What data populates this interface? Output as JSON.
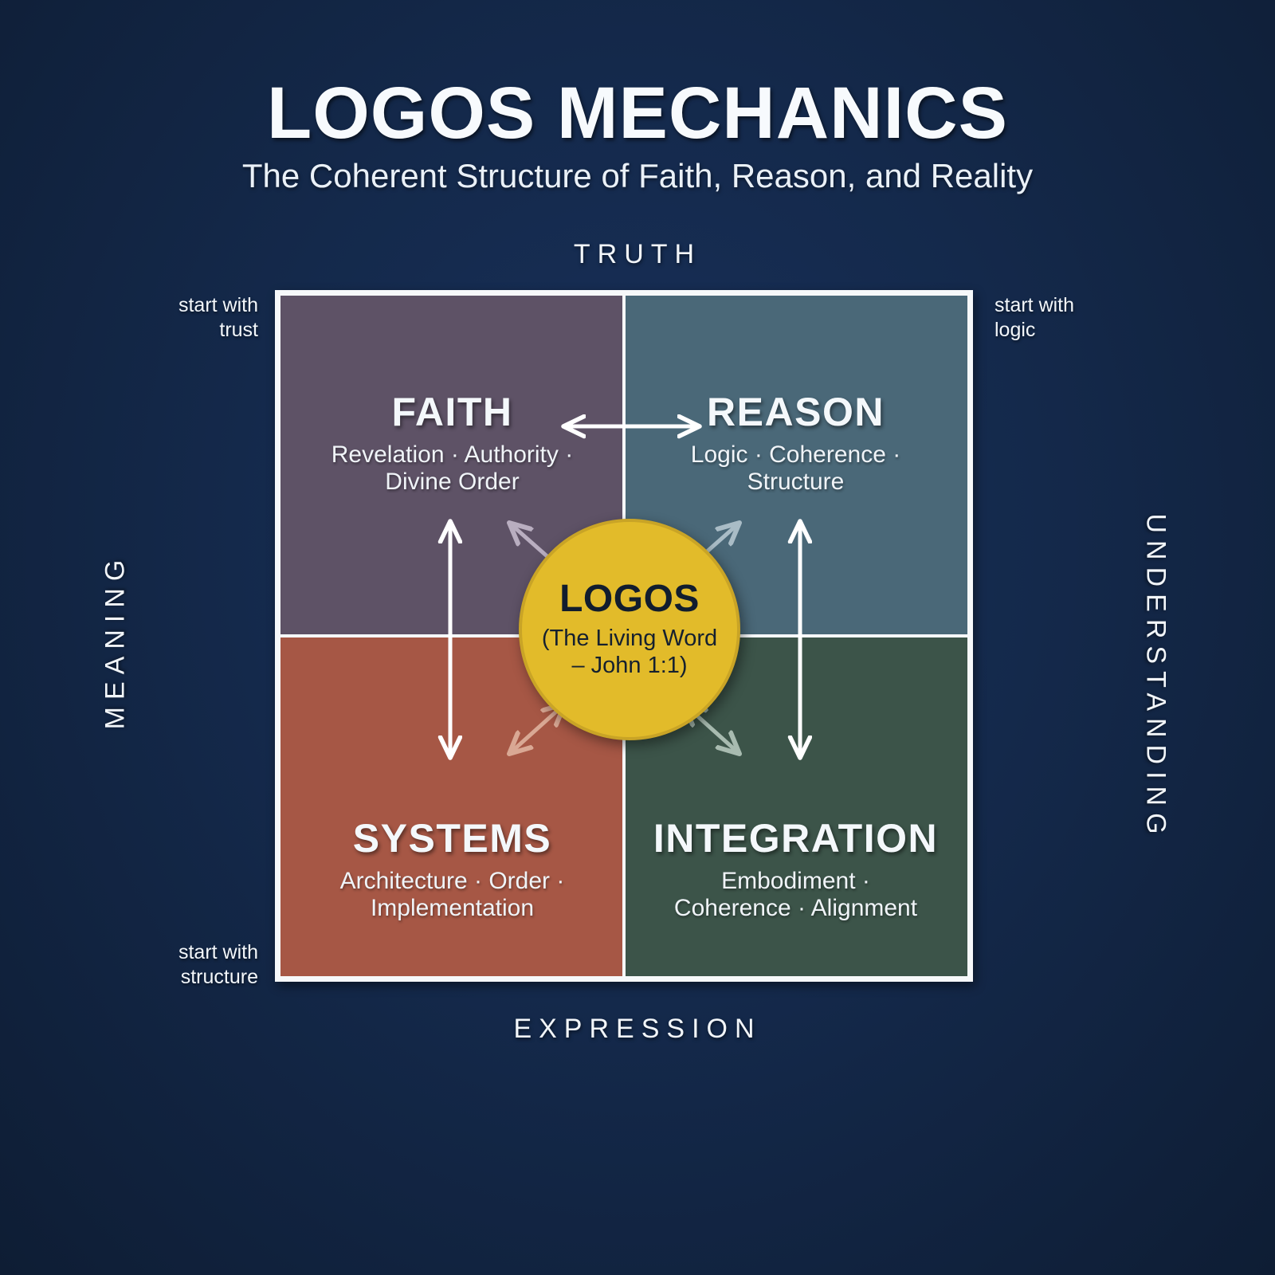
{
  "header": {
    "title": "LOGOS MECHANICS",
    "subtitle": "The Coherent Structure of Faith, Reason, and Reality"
  },
  "axes": {
    "top": "TRUTH",
    "bottom": "EXPRESSION",
    "left": "MEANING",
    "right": "UNDERSTANDING"
  },
  "corner_hints": {
    "top_left": "start with\ntrust",
    "top_right": "start with\nlogic",
    "bottom_left": "start with\nstructure"
  },
  "center": {
    "label": "LOGOS",
    "sublabel": "(The Living Word – John 1:1)",
    "color": "#e2bb2a",
    "border_color": "#c9a426",
    "text_color": "#111d2e"
  },
  "quadrants": [
    {
      "id": "faith",
      "title": "FAITH",
      "subtitle": "Revelation · Authority · Divine Order",
      "color": "#5e5266",
      "position": "top-left"
    },
    {
      "id": "reason",
      "title": "REASON",
      "subtitle": "Logic · Coherence · Structure",
      "color": "#4a6878",
      "position": "top-right"
    },
    {
      "id": "systems",
      "title": "SYSTEMS",
      "subtitle": "Architecture · Order · Implementation",
      "color": "#a65745",
      "position": "bottom-left"
    },
    {
      "id": "integration",
      "title": "INTEGRATION",
      "subtitle": "Embodiment · Coherence · Alignment",
      "color": "#3c5449",
      "position": "bottom-right"
    }
  ],
  "connectors": [
    {
      "name": "faith-reason-horizontal",
      "style": "double-headed",
      "orientation": "horizontal"
    },
    {
      "name": "faith-systems-vertical",
      "style": "double-headed",
      "orientation": "vertical"
    },
    {
      "name": "reason-integration-vertical",
      "style": "double-headed",
      "orientation": "vertical"
    },
    {
      "name": "logos-faith-diagonal",
      "style": "double-headed",
      "orientation": "diagonal"
    },
    {
      "name": "logos-reason-diagonal",
      "style": "double-headed",
      "orientation": "diagonal"
    },
    {
      "name": "logos-systems-diagonal",
      "style": "double-headed",
      "orientation": "diagonal"
    },
    {
      "name": "logos-integration-diagonal",
      "style": "double-headed",
      "orientation": "diagonal"
    }
  ],
  "theme": {
    "background": "#14294b",
    "frame": "#f6f8fa",
    "text": "#f2f6fa"
  }
}
